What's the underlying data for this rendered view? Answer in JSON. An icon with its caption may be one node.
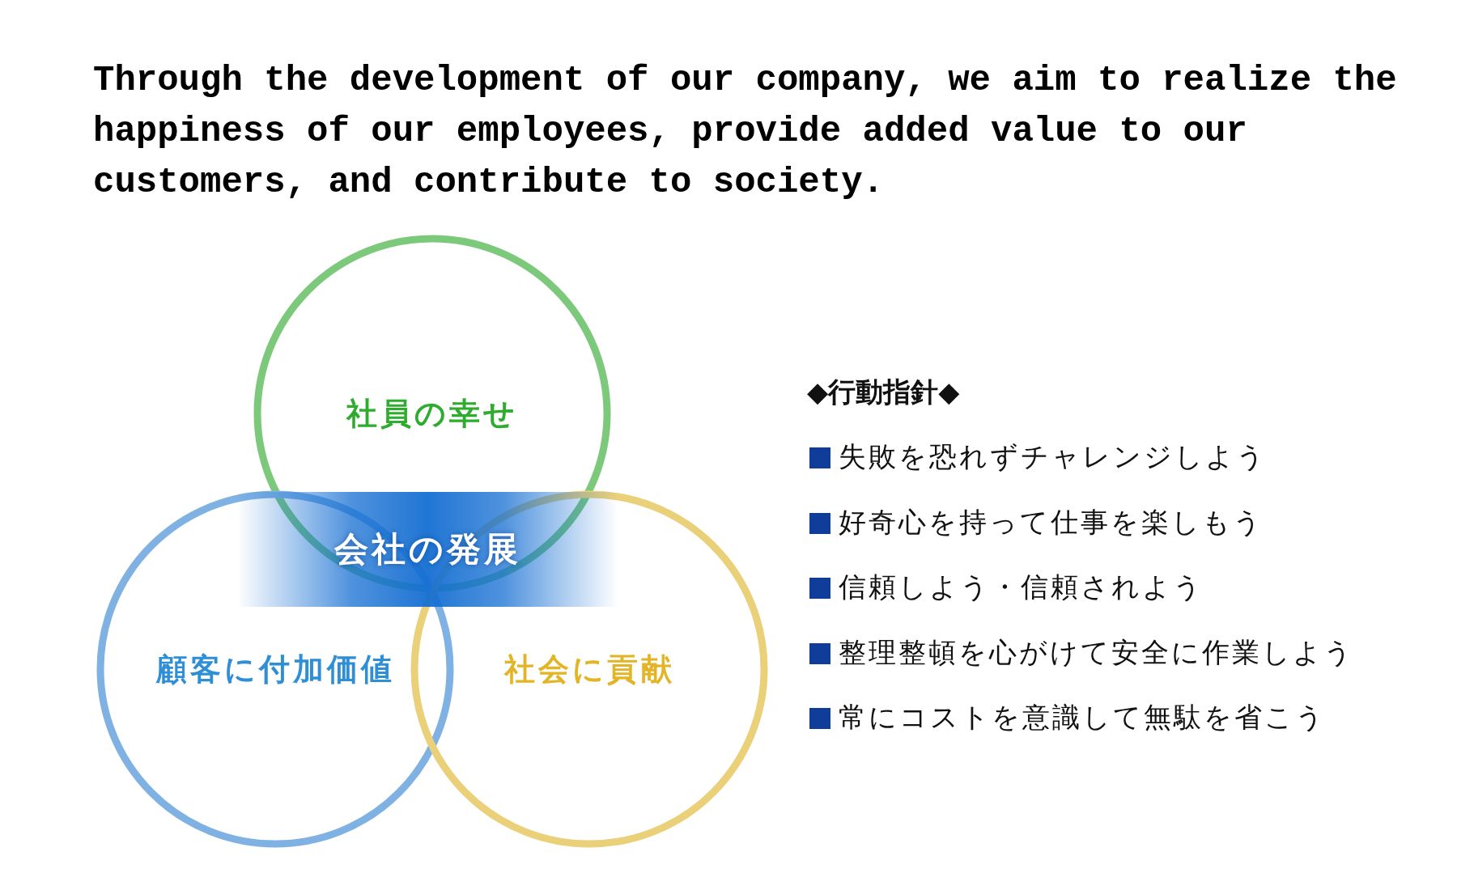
{
  "diagram": {
    "title": "Through the development of our company, we aim to realize the happiness of our employees, provide added value to our customers, and contribute to society.",
    "nodes": [
      {
        "text": [
          "社員の幸せ"
        ]
      },
      {
        "text": [
          "会社の発展"
        ]
      },
      {
        "text": [
          "顧客に付加価値"
        ]
      },
      {
        "text": [
          "社会に貢献"
        ]
      }
    ],
    "labels": [
      "◆行動指針◆",
      "失敗を恐れずチャレンジしよう",
      "好奇心を持って仕事を楽しもう",
      "信頼しよう・信頼されよう",
      "整理整頓を心がけて安全に作業しよう",
      "常にコストを意識して無駄を省こう"
    ]
  }
}
